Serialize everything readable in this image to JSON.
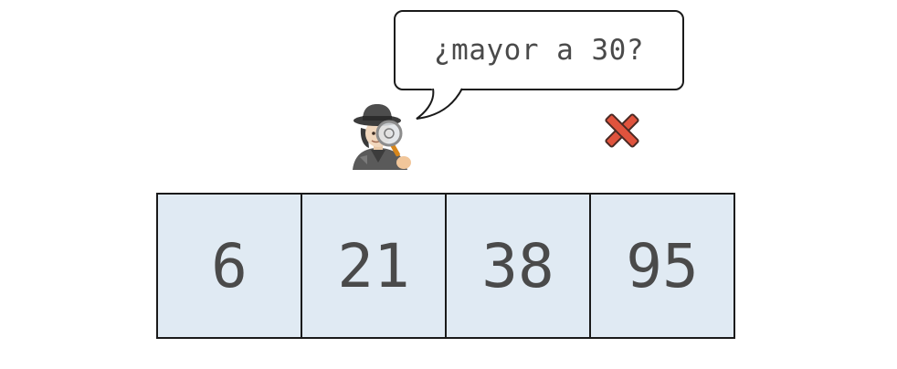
{
  "speech_bubble": {
    "text": "¿mayor a 30?"
  },
  "icons": {
    "detective": "detective-with-magnifying-glass-icon",
    "result": "cross-mark-icon"
  },
  "colors": {
    "cell_fill": "#e0eaf3",
    "cell_border": "#1a1a1a",
    "text": "#4a4a4a",
    "cross": "#e0533d"
  },
  "array": {
    "values": [
      "6",
      "21",
      "38",
      "95"
    ]
  }
}
